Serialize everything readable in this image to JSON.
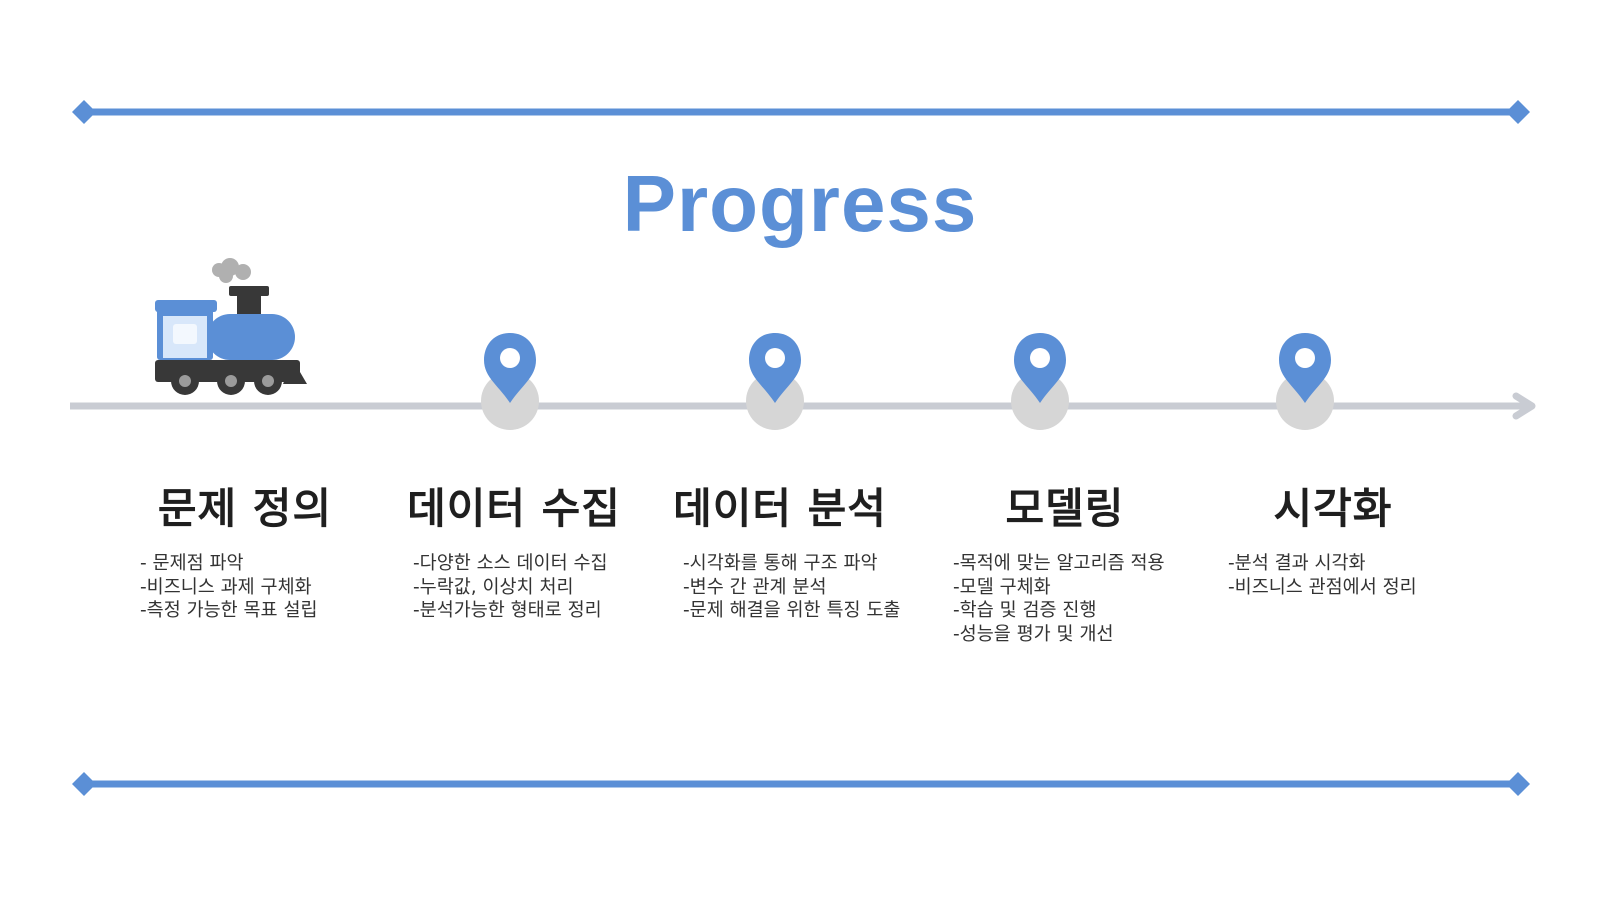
{
  "slide": {
    "title": "Progress",
    "colors": {
      "accent": "#5b8fd6",
      "track": "#c9ccd3",
      "pin_base": "#d6d6d6",
      "text": "#1f1f1f"
    },
    "decorations": [
      "train-icon",
      "location-pin-icon",
      "arrow-right-icon"
    ],
    "stages": [
      {
        "title": "문제 정의",
        "notes": [
          "- 문제점 파악",
          "-비즈니스 과제 구체화",
          "-측정 가능한 목표 설립"
        ]
      },
      {
        "title": "데이터 수집",
        "notes": [
          "-다양한 소스 데이터 수집",
          "-누락값, 이상치 처리",
          "-분석가능한 형태로 정리"
        ]
      },
      {
        "title": "데이터 분석",
        "notes": [
          "-시각화를 통해 구조 파악",
          "-변수 간 관계 분석",
          "-문제 해결을 위한 특징 도출"
        ]
      },
      {
        "title": "모델링",
        "notes": [
          "-목적에 맞는 알고리즘 적용",
          "-모델 구체화",
          "-학습 및 검증 진행",
          "-성능을 평가 및 개선"
        ]
      },
      {
        "title": "시각화",
        "notes": [
          "-분석 결과 시각화",
          "-비즈니스 관점에서 정리"
        ]
      }
    ]
  }
}
